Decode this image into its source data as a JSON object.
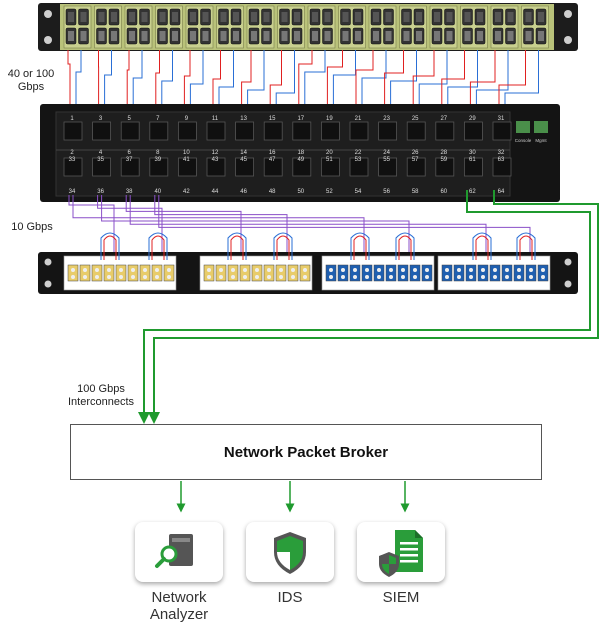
{
  "labels": {
    "speed_top": "40 or 100\nGbps",
    "speed_mid": "10 Gbps",
    "interconnects": "100 Gbps\nInterconnects"
  },
  "switch": {
    "ports_top_odd": [
      "1",
      "3",
      "5",
      "7",
      "9",
      "11",
      "13",
      "15",
      "17",
      "19",
      "21",
      "23",
      "25",
      "27",
      "29",
      "31"
    ],
    "ports_top_even": [
      "2",
      "4",
      "6",
      "8",
      "10",
      "12",
      "14",
      "16",
      "18",
      "20",
      "22",
      "24",
      "26",
      "28",
      "30",
      "32"
    ],
    "ports_row2_top": [
      "33",
      "35",
      "37",
      "39",
      "41",
      "43",
      "45",
      "47",
      "49",
      "51",
      "53",
      "55",
      "57",
      "59",
      "61",
      "63"
    ],
    "ports_bottom": [
      "34",
      "36",
      "38",
      "40",
      "42",
      "44",
      "46",
      "48",
      "50",
      "52",
      "54",
      "56",
      "58",
      "60",
      "62",
      "64"
    ],
    "mgmt": [
      "Console",
      "Mgmt"
    ]
  },
  "broker": {
    "title": "Network Packet Broker"
  },
  "tools": [
    {
      "label": "Network\nAnalyzer",
      "icon": "network-analyzer-icon"
    },
    {
      "label": "IDS",
      "icon": "shield-icon"
    },
    {
      "label": "SIEM",
      "icon": "siem-document-icon"
    }
  ],
  "colors": {
    "rack": "#1a1a1a",
    "cable_red": "#e02020",
    "cable_blue": "#2a6fd6",
    "cable_purple": "#8a4fc8",
    "interconnect_green": "#1f9a2e",
    "tool_green": "#2a9d3a",
    "tap_yellow": "#e8cc6a",
    "tap_blue": "#1f5fb0"
  }
}
